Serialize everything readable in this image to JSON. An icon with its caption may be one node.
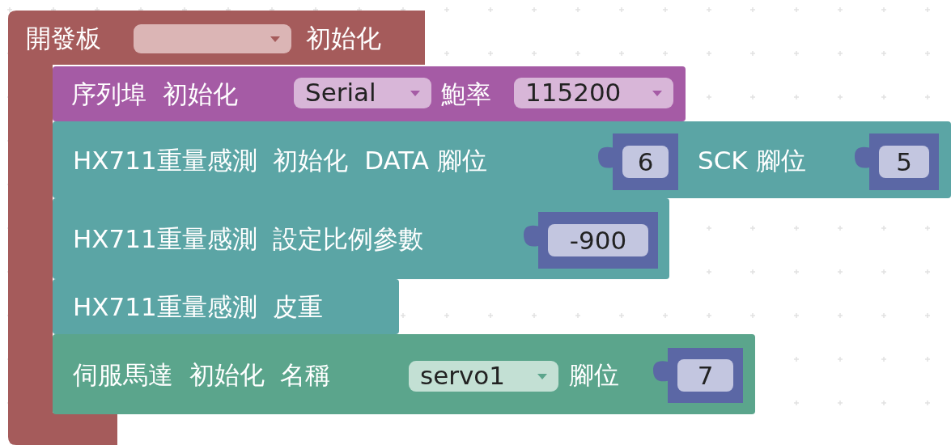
{
  "diagram": {
    "nodes": [
      {
        "text": [
          "開發板",
          "初始化"
        ]
      },
      {
        "text": [],
        "shape": "box",
        "in": 0
      },
      {
        "text": [
          "序列埠  初始化",
          "鮑率"
        ]
      },
      {
        "text": [
          "Serial"
        ],
        "in": 2
      },
      {
        "text": [
          "115200"
        ],
        "in": 2
      },
      {
        "text": [
          "HX711重量感測  初始化  DATA 腳位",
          "SCK 腳位"
        ]
      },
      {
        "text": [
          "6"
        ],
        "in": 5
      },
      {
        "text": [
          "5"
        ],
        "in": 5
      },
      {
        "text": [
          "HX711重量感測  設定比例參數"
        ]
      },
      {
        "text": [
          "-900"
        ],
        "in": 8
      },
      {
        "text": [
          "HX711重量感測  皮重"
        ]
      },
      {
        "text": [
          "伺服馬達  初始化  名稱",
          "腳位"
        ]
      },
      {
        "text": [
          "servo1"
        ],
        "in": 11
      },
      {
        "text": [
          "7"
        ],
        "in": 11
      }
    ]
  }
}
